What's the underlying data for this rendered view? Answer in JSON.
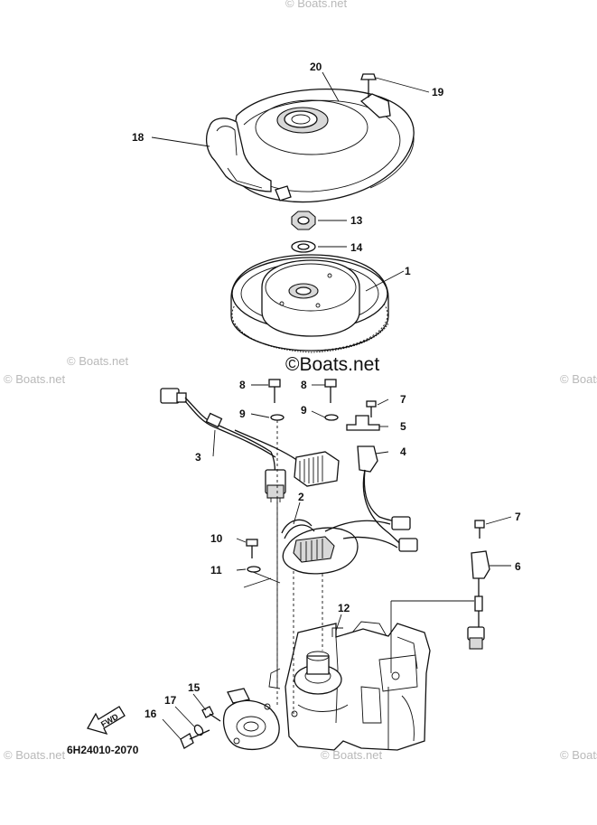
{
  "callouts": {
    "c1": "1",
    "c2": "2",
    "c3": "3",
    "c4": "4",
    "c5": "5",
    "c6": "6",
    "c7a": "7",
    "c7b": "7",
    "c8a": "8",
    "c8b": "8",
    "c9a": "9",
    "c9b": "9",
    "c10": "10",
    "c11": "11",
    "c12": "12",
    "c13": "13",
    "c14": "14",
    "c15": "15",
    "c16": "16",
    "c17": "17",
    "c18": "18",
    "c19": "19",
    "c20": "20"
  },
  "watermark": {
    "main": "©Boats.net",
    "side": "© Boats.net"
  },
  "fwd_label": "FWD",
  "diagram_code": "6H24010-2070"
}
